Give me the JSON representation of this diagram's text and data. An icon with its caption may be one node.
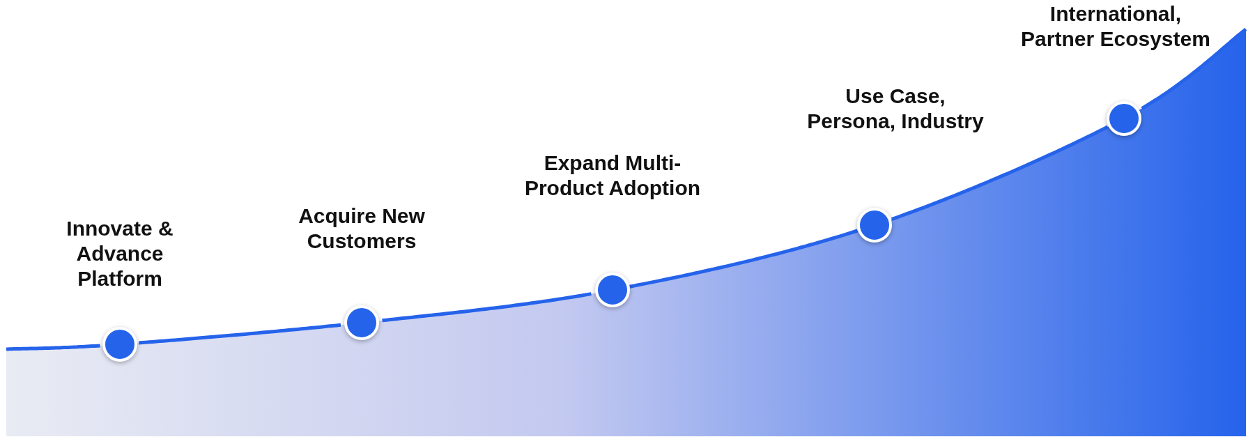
{
  "diagram": {
    "nodes": [
      {
        "text": [],
        "shape": "circle"
      },
      {
        "text": [],
        "shape": "circle"
      },
      {
        "text": [],
        "shape": "circle"
      },
      {
        "text": [],
        "shape": "circle"
      },
      {
        "text": [],
        "shape": "circle"
      }
    ],
    "edges": [
      {
        "from": null,
        "to": 0,
        "arrow": "none"
      },
      {
        "from": 0,
        "to": 1,
        "arrow": "none"
      },
      {
        "from": 1,
        "to": 2,
        "arrow": "none"
      },
      {
        "from": 2,
        "to": 3,
        "arrow": "none"
      },
      {
        "from": 3,
        "to": 4,
        "arrow": "none"
      },
      {
        "from": 4,
        "to": null,
        "arrow": "none"
      }
    ],
    "labels": [
      "International, Partner Ecosystem",
      "Use Case, Persona, Industry",
      "Expand Multi-Product Adoption",
      "Acquire New Customers",
      "Innovate & Advance Platform"
    ]
  }
}
